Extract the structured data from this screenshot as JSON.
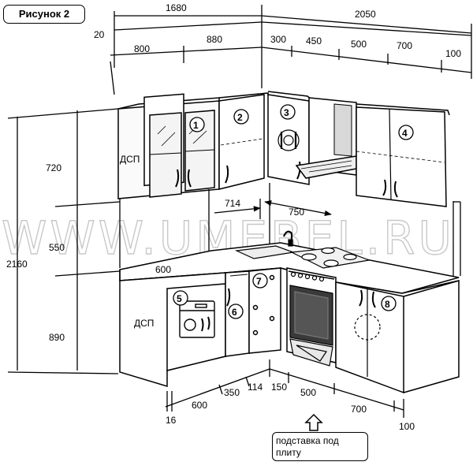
{
  "figure_title": "Рисунок 2",
  "watermark": "WWW.UMEBEL.RU",
  "stand_note": "подставка под плиту",
  "material_label": "ДСП",
  "dims": {
    "top_left_total": "1680",
    "top_right_total": "2050",
    "top_gap": "20",
    "top_800": "800",
    "top_880": "880",
    "top_300": "300",
    "top_450": "450",
    "top_500": "500",
    "top_700": "700",
    "top_100": "100",
    "height_total": "2160",
    "height_upper": "720",
    "height_mid": "550",
    "height_base": "890",
    "upper_depth_714": "714",
    "upper_depth_750": "750",
    "counter_600": "600",
    "bot_16": "16",
    "bot_600": "600",
    "bot_350": "350",
    "bot_114": "114",
    "bot_150": "150",
    "bot_500": "500",
    "bot_700": "700",
    "bot_100": "100"
  },
  "modules": [
    "1",
    "2",
    "3",
    "4",
    "5",
    "6",
    "7",
    "8"
  ],
  "icons": [
    "plates-icon",
    "dishwasher-icon",
    "washing-machine-icon",
    "hob-icon",
    "oven-icon",
    "hood-icon",
    "sink-icon"
  ]
}
